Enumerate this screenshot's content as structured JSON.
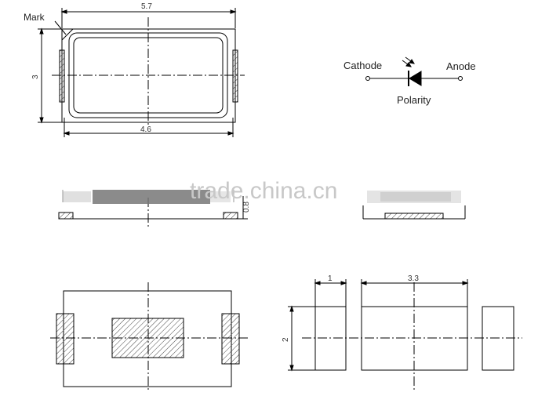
{
  "top_view": {
    "mark_label": "Mark",
    "width_label": "5.7",
    "height_label": "3",
    "inner_width_label": "4.6"
  },
  "side_view": {
    "height_label": "0.8"
  },
  "symbol": {
    "cathode_label": "Cathode",
    "anode_label": "Anode",
    "polarity_label": "Polarity"
  },
  "footprint": {
    "pad_width_label": "1",
    "center_pad_label": "3.3",
    "height_label": "2"
  },
  "watermark": "trade.china.cn",
  "colors": {
    "line": "#000000",
    "hatch": "#444444",
    "watermark": "#c8c8c8"
  }
}
